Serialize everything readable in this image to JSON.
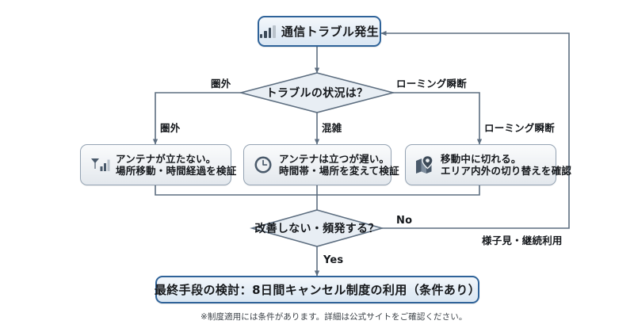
{
  "diagram": {
    "title_node": {
      "label": "通信トラブル発生",
      "icon": "signal-bars-icon"
    },
    "decision1": {
      "label": "トラブルの状況は？"
    },
    "decision2": {
      "label": "改善しない・頻発する？"
    },
    "final_node": {
      "label": "最終手段の検討：8日間キャンセル制度の利用（条件あり）"
    },
    "branch_labels": {
      "left_top": "圏外",
      "left_bottom": "圏外",
      "middle": "混雑",
      "right_top": "ローミング瞬断",
      "right_bottom": "ローミング瞬断",
      "no": "No",
      "yes": "Yes",
      "no_outcome": "様子見・継続利用"
    },
    "actions": [
      {
        "icon": "antenna-signal-icon",
        "line1": "アンテナが立たない。",
        "line2": "場所移動・時間経過を検証"
      },
      {
        "icon": "clock-icon",
        "line1": "アンテナは立つが遅い。",
        "line2": "時間帯・場所を変えて検証"
      },
      {
        "icon": "map-pin-icon",
        "line1": "移動中に切れる。",
        "line2": "エリア内外の切り替えを確認"
      }
    ],
    "footnote": "※制度適用には条件があります。詳細は公式サイトをご確認ください。",
    "colors": {
      "terminal_border": "#2f6399",
      "process_border": "#94a3b3",
      "diamond_fill": "#e8eef4",
      "diamond_border": "#5d6e80",
      "wire": "#5d6e80",
      "icon": "#4a5a6b"
    }
  }
}
